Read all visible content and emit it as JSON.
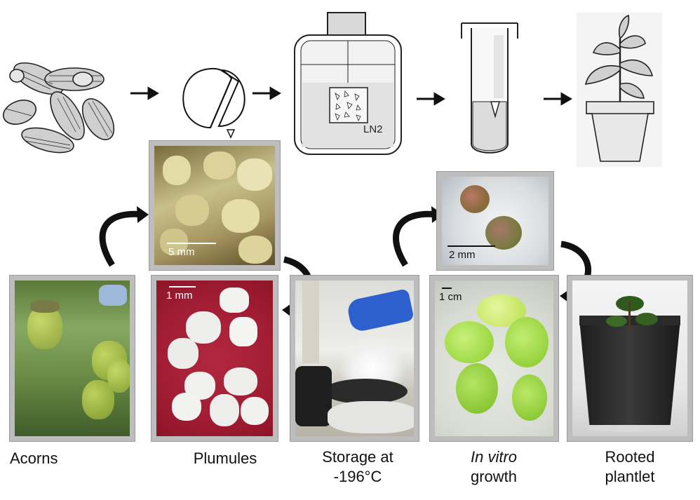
{
  "diagram": {
    "ln2_label": "LN2",
    "scales": {
      "plumule_closeup": "5 mm",
      "plumules": "1 mm",
      "explant": "2 mm",
      "in_vitro": "1 cm"
    },
    "captions": {
      "acorns": "Acorns",
      "plumules": "Plumules",
      "storage_line1": "Storage at",
      "storage_line2": "-196°C",
      "in_vitro_italic": "In vitro",
      "in_vitro_line2": "growth",
      "rooted_line1": "Rooted",
      "rooted_line2": "plantlet"
    }
  }
}
